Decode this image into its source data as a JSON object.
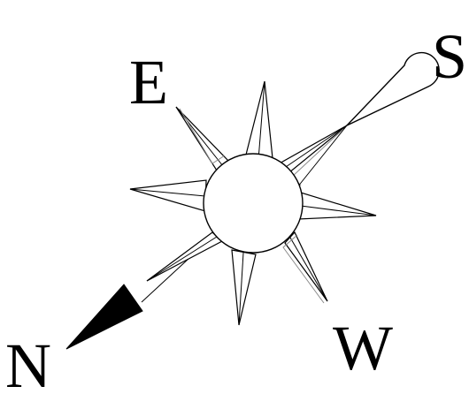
{
  "labels": {
    "north": "N",
    "south": "S",
    "east": "E",
    "west": "W"
  },
  "colors": {
    "ink": "#000000",
    "background": "#ffffff",
    "arrow_head": "#000000"
  }
}
